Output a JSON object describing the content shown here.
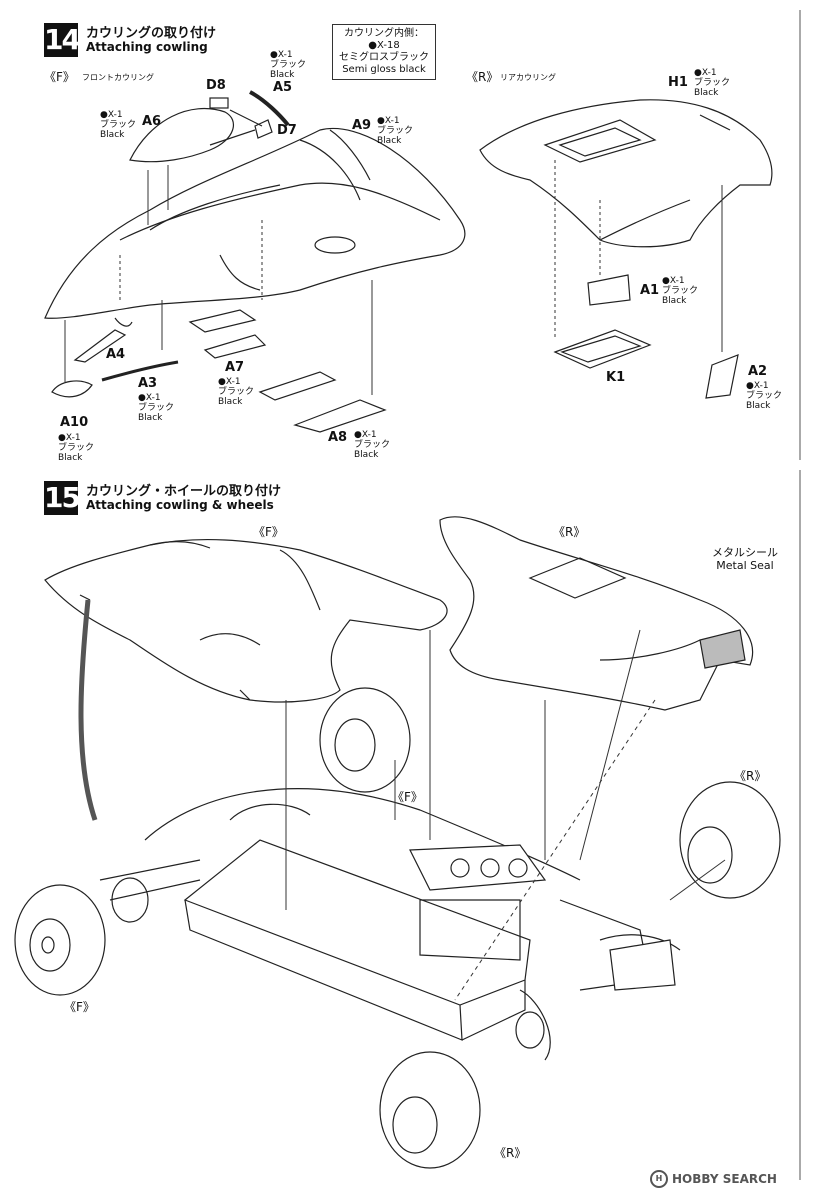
{
  "step14": {
    "number": "14",
    "title_jp": "カウリングの取り付け",
    "title_en": "Attaching cowling",
    "note": [
      "カウリング内側：",
      "●X-18",
      "セミグロスブラック",
      "Semi gloss black"
    ],
    "front_view": {
      "mark": "《F》",
      "label": "フロントカウリング"
    },
    "rear_view": {
      "mark": "《R》",
      "label": "リアカウリング"
    },
    "parts": {
      "D8": "D8",
      "A5": "A5",
      "A6": "A6",
      "D7": "D7",
      "A9": "A9",
      "A4": "A4",
      "A3": "A3",
      "A7": "A7",
      "A10": "A10",
      "A8": "A8",
      "H1": "H1",
      "A1": "A1",
      "K1": "K1",
      "A2": "A2"
    },
    "paint": {
      "code": "X-1",
      "jp": "ブラック",
      "en": "Black"
    }
  },
  "step15": {
    "number": "15",
    "title_jp": "カウリング・ホイールの取り付け",
    "title_en": "Attaching cowling & wheels",
    "marks": {
      "F": "《F》",
      "R": "《R》"
    },
    "metal_seal": {
      "jp": "メタルシール",
      "en": "Metal Seal"
    }
  },
  "watermark": {
    "icon": "H",
    "text": "HOBBY SEARCH"
  }
}
